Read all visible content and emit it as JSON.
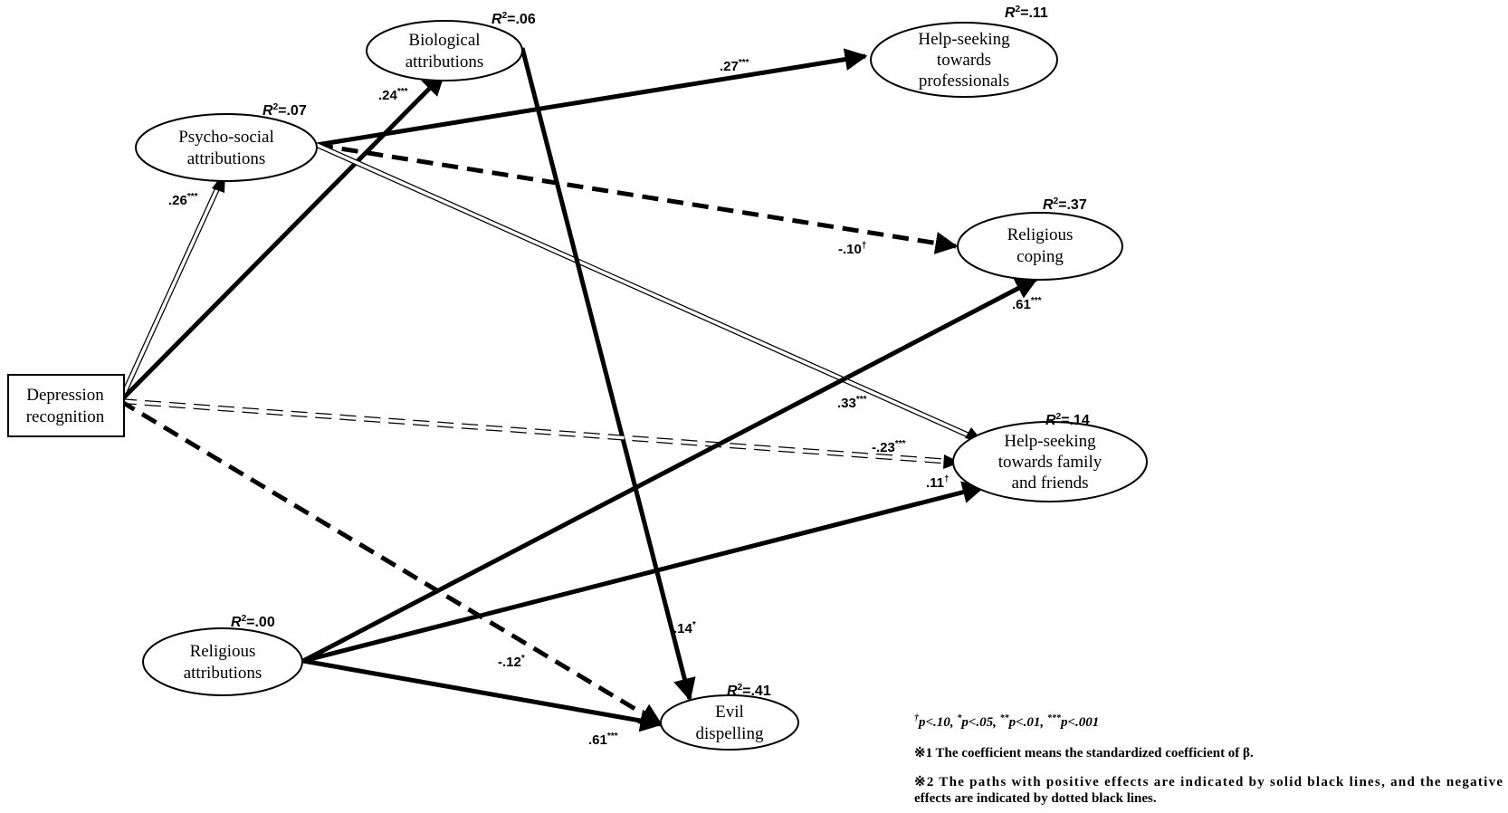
{
  "nodes": {
    "depression": {
      "lines": [
        "Depression",
        "recognition"
      ]
    },
    "psychosocial": {
      "lines": [
        "Psycho-social",
        "attributions"
      ],
      "r2": "=.07"
    },
    "biological": {
      "lines": [
        "Biological",
        "attributions"
      ],
      "r2": "=.06"
    },
    "help_prof": {
      "lines": [
        "Help-seeking",
        "towards",
        "professionals"
      ],
      "r2": "=.11"
    },
    "rel_coping": {
      "lines": [
        "Religious",
        "coping"
      ],
      "r2": "=.37"
    },
    "help_family": {
      "lines": [
        "Help-seeking",
        "towards family",
        "and friends"
      ],
      "r2": "=.14"
    },
    "rel_attr": {
      "lines": [
        "Religious",
        "attributions"
      ],
      "r2": "=.00"
    },
    "evil": {
      "lines": [
        "Evil",
        "dispelling"
      ],
      "r2": "=.41"
    }
  },
  "r2_symbol": "R",
  "r2_exp": "2",
  "coefficients": {
    "dep_psy": {
      "value": ".26",
      "sig": "***"
    },
    "dep_bio": {
      "value": ".24",
      "sig": "***"
    },
    "psy_prof": {
      "value": ".27",
      "sig": "***"
    },
    "psy_coping": {
      "value": "-.10",
      "sig": "†"
    },
    "rel_coping": {
      "value": ".61",
      "sig": "***"
    },
    "psy_family": {
      "value": ".33",
      "sig": "***"
    },
    "dep_family": {
      "value": "-.23",
      "sig": "***"
    },
    "rel_family": {
      "value": ".11",
      "sig": "†"
    },
    "bio_evil": {
      "value": ".14",
      "sig": "*"
    },
    "dep_evil": {
      "value": "-.12",
      "sig": "*"
    },
    "rel_evil": {
      "value": ".61",
      "sig": "***"
    }
  },
  "legend": {
    "sig_note": [
      {
        "sup": "†",
        "text": "p<.10, "
      },
      {
        "sup": "*",
        "text": "p<.05, "
      },
      {
        "sup": "**",
        "text": "p<.01, "
      },
      {
        "sup": "***",
        "text": "p<.001"
      }
    ],
    "note1": "※1 The coefficient means the standardized coefficient of β.",
    "note2_line1": "※2 The paths with positive effects are indicated by solid black lines, and the negative",
    "note2_line2": "effects are indicated by dotted black lines."
  }
}
